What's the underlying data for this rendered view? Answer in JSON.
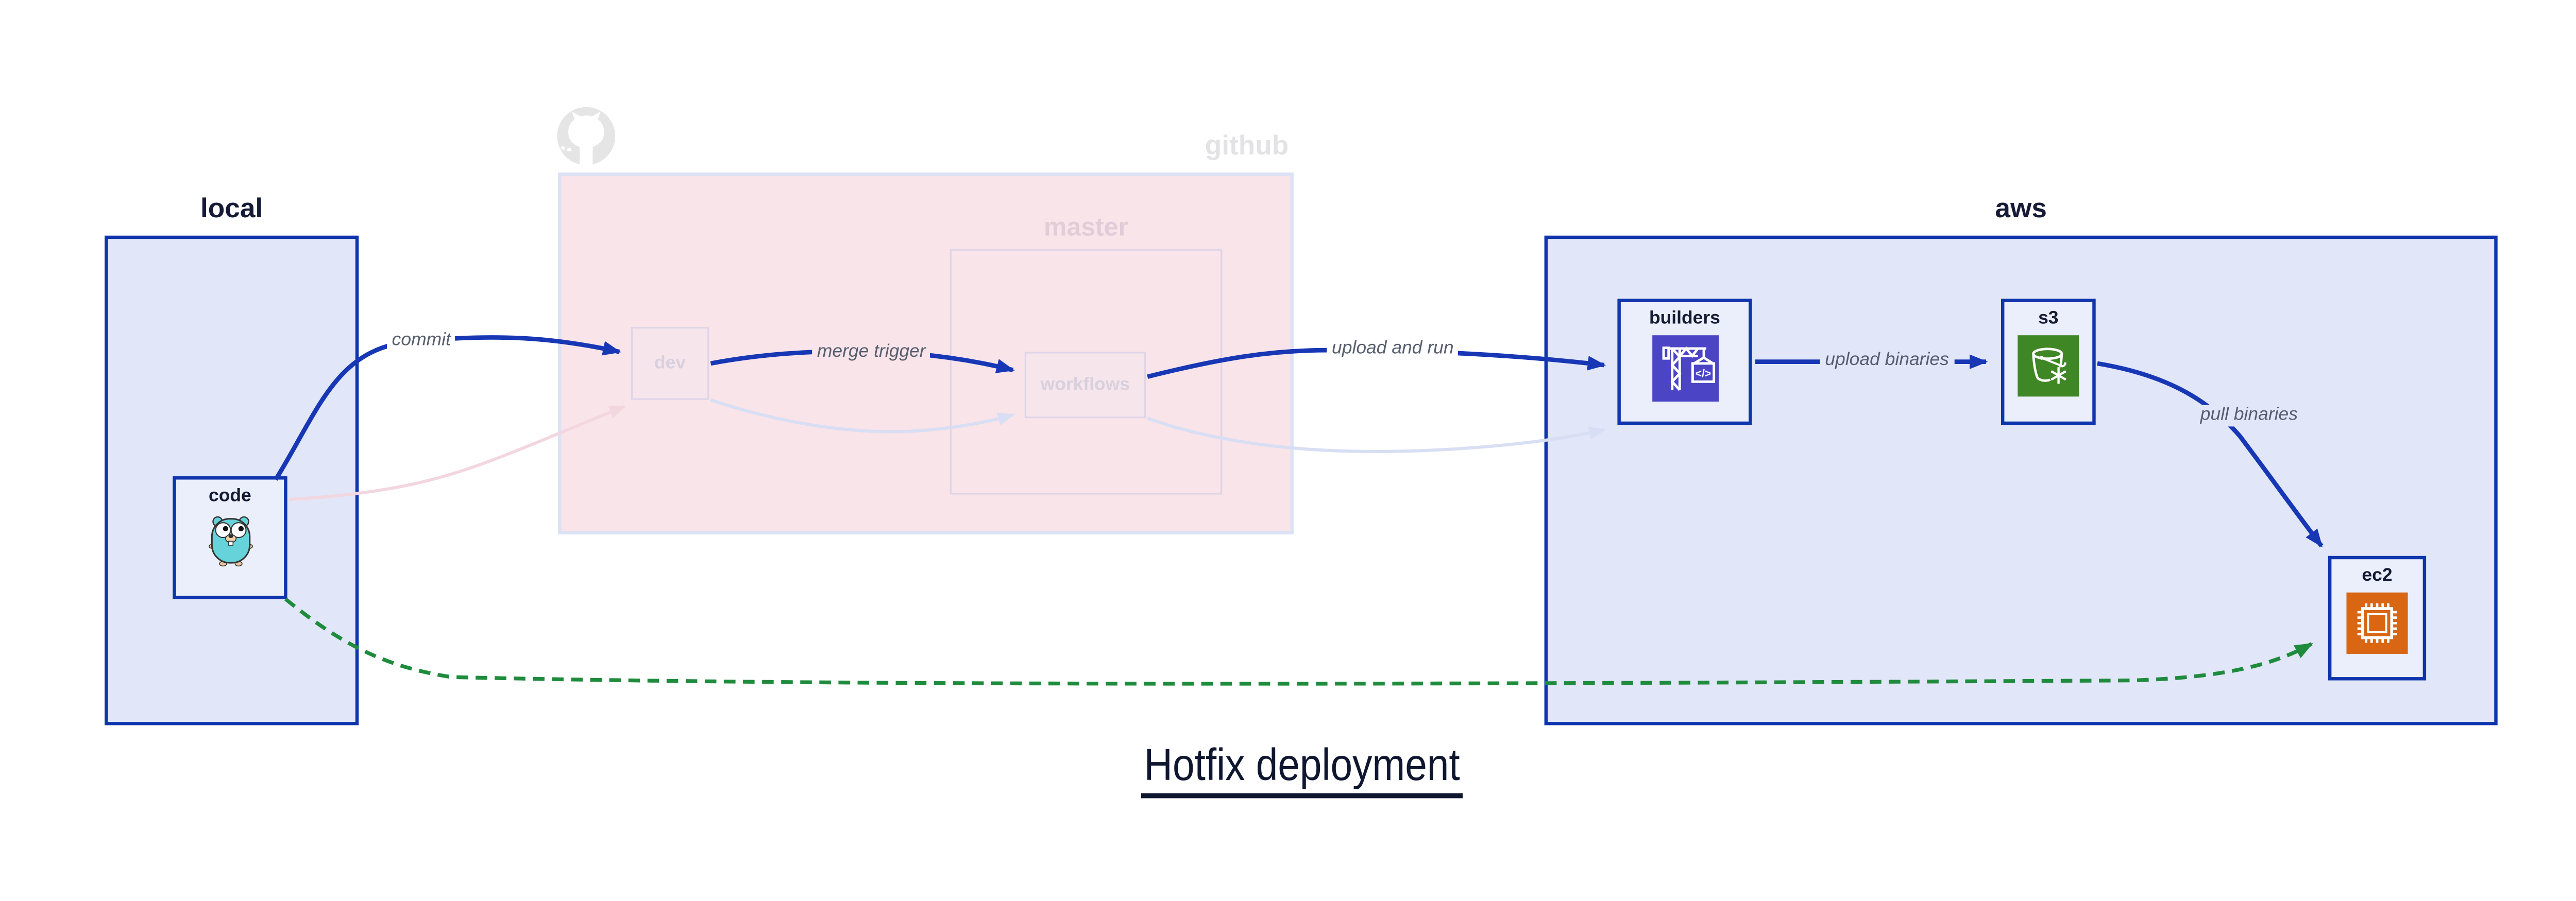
{
  "title": "Hotfix deployment",
  "groups": {
    "local": {
      "label": "local"
    },
    "github": {
      "label": "github"
    },
    "master": {
      "label": "master"
    },
    "aws": {
      "label": "aws"
    }
  },
  "nodes": {
    "code": {
      "label": "code",
      "icon": "gopher-icon"
    },
    "dev": {
      "label": "dev"
    },
    "workflows": {
      "label": "workflows"
    },
    "builders": {
      "label": "builders",
      "icon": "codebuild-crane-icon",
      "icon_glyph": "</>"
    },
    "s3": {
      "label": "s3",
      "icon": "glacier-bucket-icon"
    },
    "ec2": {
      "label": "ec2",
      "icon": "chip-icon"
    }
  },
  "edges": {
    "commit": {
      "label": "commit",
      "from": "code",
      "to": "dev",
      "style": "solid-blue"
    },
    "merge_trigger": {
      "label": "merge trigger",
      "from": "dev",
      "to": "workflows",
      "style": "solid-blue"
    },
    "upload_and_run": {
      "label": "upload and run",
      "from": "workflows",
      "to": "builders",
      "style": "solid-blue"
    },
    "upload_binaries": {
      "label": "upload binaries",
      "from": "builders",
      "to": "s3",
      "style": "solid-blue"
    },
    "pull_binaries": {
      "label": "pull binaries",
      "from": "s3",
      "to": "ec2",
      "style": "solid-blue"
    },
    "hotfix_path": {
      "from": "code",
      "to": "ec2",
      "style": "dashed-green"
    },
    "faded_commit": {
      "from": "code",
      "to": "dev",
      "style": "faded-pink"
    },
    "faded_merge": {
      "from": "dev",
      "to": "workflows",
      "style": "faded-lavender"
    },
    "faded_upload": {
      "from": "workflows",
      "to": "builders",
      "style": "faded-lavender"
    }
  },
  "colors": {
    "flow_blue": "#1737b5",
    "hotfix_green": "#1f8b3d",
    "faded_pink": "#f3d7e0",
    "faded_lavender": "#d8def3",
    "group_fill_blue": "#e1e6f8",
    "group_border_blue": "#0f35ad",
    "github_fill": "#f9e4e9",
    "node_fill": "#ebeffb",
    "builders_icon_bg": "#4b45c5",
    "s3_icon_bg": "#3f8624",
    "ec2_icon_bg": "#d86613",
    "gopher_body": "#66d3da"
  }
}
